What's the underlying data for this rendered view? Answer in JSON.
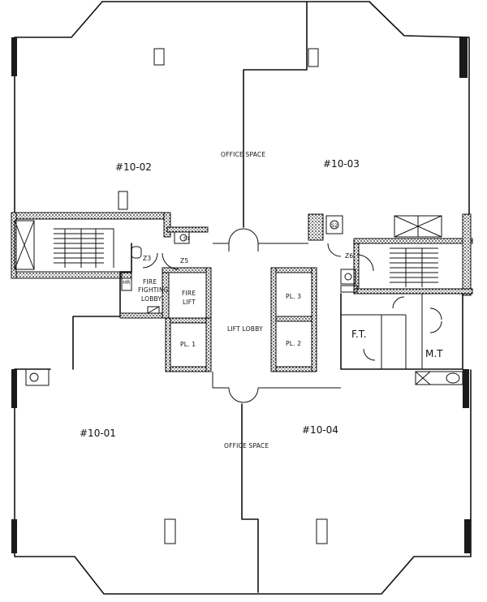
{
  "units": {
    "u1": "#10-01",
    "u2": "#10-02",
    "u3": "#10-03",
    "u4": "#10-04"
  },
  "areas": {
    "office_space_top": "OFFICE SPACE",
    "office_space_bottom": "OFFICE SPACE",
    "lift_lobby": "LIFT LOBBY",
    "fire_fighting_lobby_1": "FIRE",
    "fire_fighting_lobby_2": "FIGHTING",
    "fire_fighting_lobby_3": "LOBBY",
    "fire_lift_1": "FIRE",
    "fire_lift_2": "LIFT",
    "pl1": "PL. 1",
    "pl2": "PL. 2",
    "pl3": "PL. 3",
    "ft": "F.T.",
    "mt": "M.T"
  },
  "room_codes": {
    "z3": "Z3",
    "z5": "Z5",
    "z6": "Z6",
    "s1": "S1",
    "s2": "S2",
    "hr": "HR"
  }
}
